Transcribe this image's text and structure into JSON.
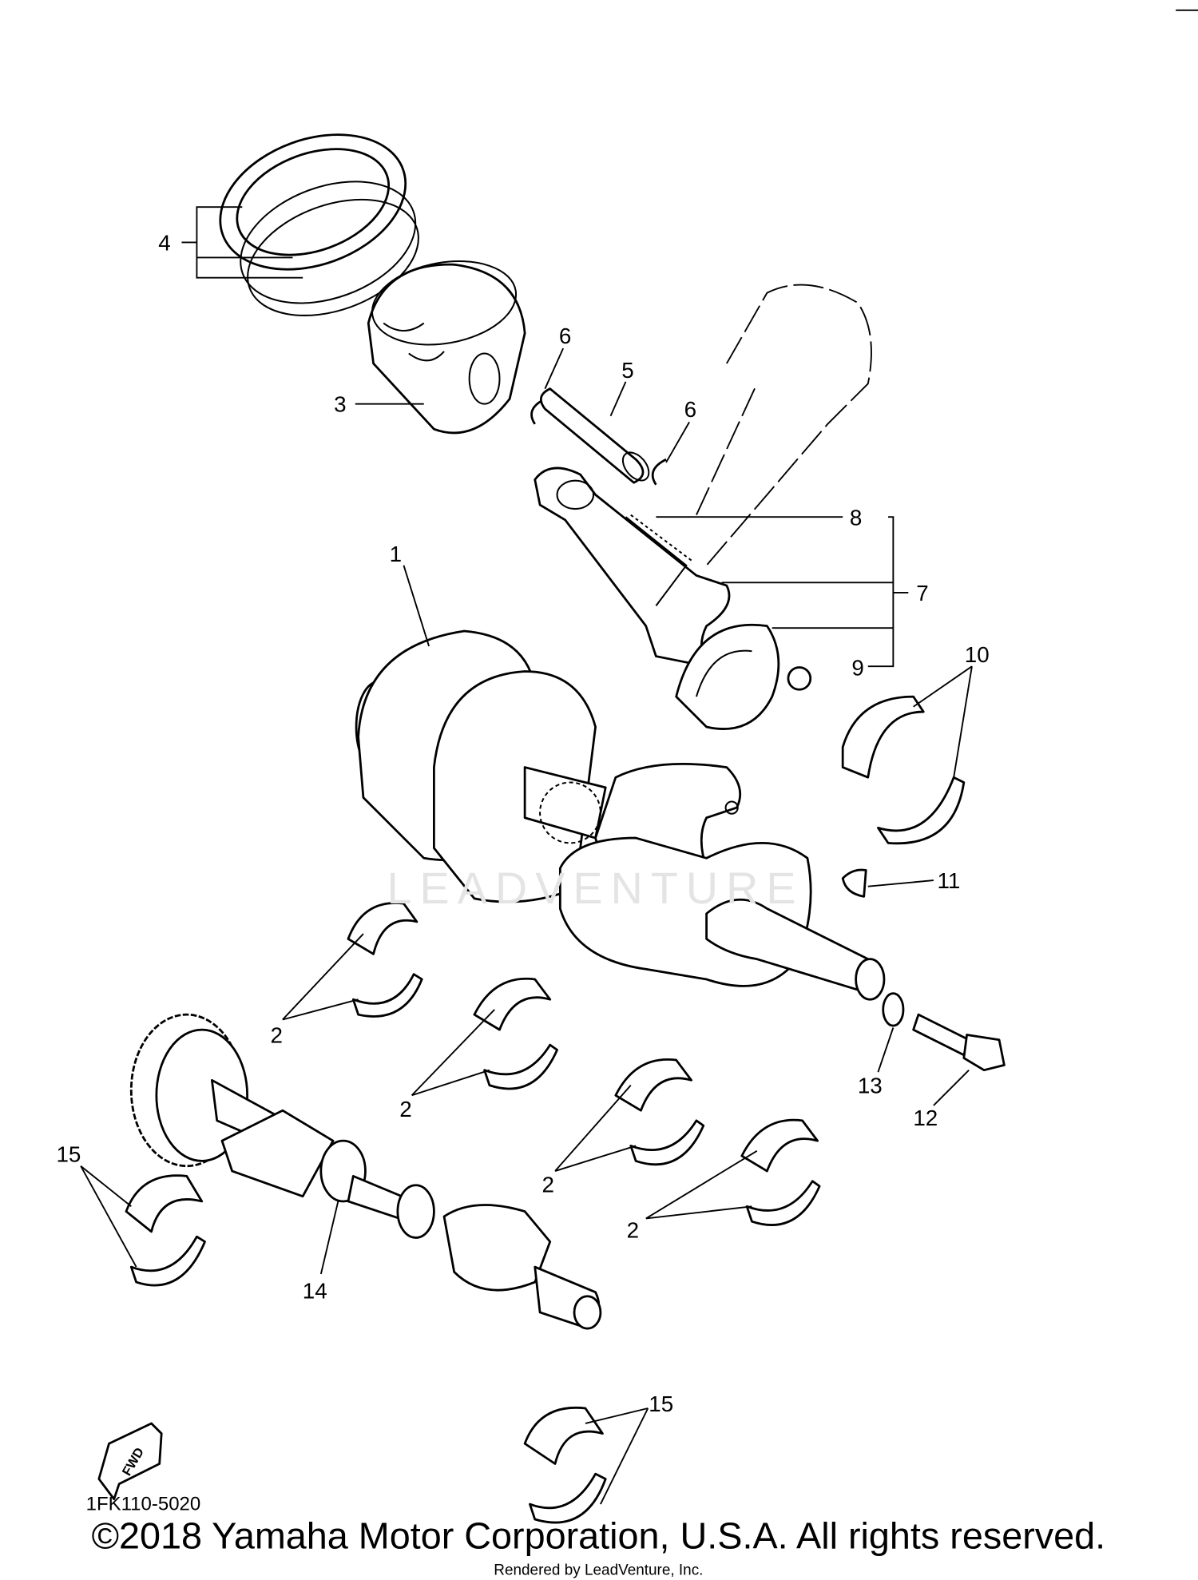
{
  "diagram": {
    "callouts": [
      {
        "label": "4"
      },
      {
        "label": "3"
      },
      {
        "label": "6"
      },
      {
        "label": "5"
      },
      {
        "label": "6"
      },
      {
        "label": "8"
      },
      {
        "label": "7"
      },
      {
        "label": "9"
      },
      {
        "label": "10"
      },
      {
        "label": "1"
      },
      {
        "label": "11"
      },
      {
        "label": "13"
      },
      {
        "label": "12"
      },
      {
        "label": "2"
      },
      {
        "label": "2"
      },
      {
        "label": "2"
      },
      {
        "label": "2"
      },
      {
        "label": "15"
      },
      {
        "label": "14"
      },
      {
        "label": "15"
      }
    ],
    "fwd_label": "FWD",
    "watermark": "LEADVENTURE",
    "part_number": "1FK110-5020"
  },
  "footer": {
    "copyright": "©2018 Yamaha Motor Corporation, U.S.A. All rights reserved.",
    "rendered_by": "Rendered by LeadVenture, Inc."
  }
}
